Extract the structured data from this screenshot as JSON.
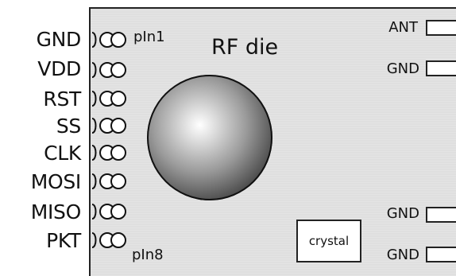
{
  "left_pins": [
    {
      "label": "GND"
    },
    {
      "label": "VDD"
    },
    {
      "label": "RST"
    },
    {
      "label": "SS"
    },
    {
      "label": "CLK"
    },
    {
      "label": "MOSI"
    },
    {
      "label": "MISO"
    },
    {
      "label": "PKT"
    }
  ],
  "pin_markers": {
    "first": "pIn1",
    "last": "pIn8"
  },
  "die_title": "RF die",
  "right_pins": [
    {
      "label": "ANT"
    },
    {
      "label": "GND"
    },
    {
      "label": "GND"
    },
    {
      "label": "GND"
    }
  ],
  "crystal_label": "crystal",
  "colors": {
    "board": "#e3e3e3",
    "outline": "#222222",
    "text": "#111111"
  }
}
